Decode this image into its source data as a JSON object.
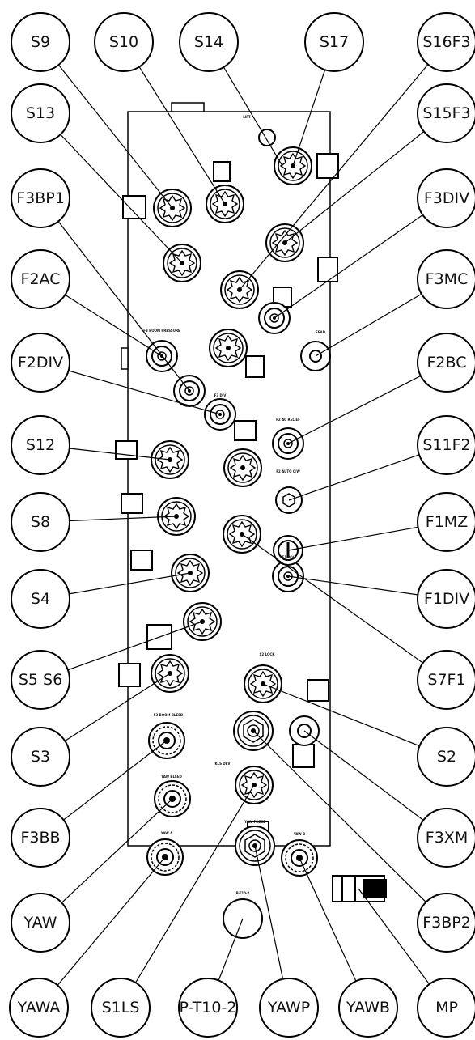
{
  "callouts": {
    "s9": "S9",
    "s10": "S10",
    "s14": "S14",
    "s17": "S17",
    "s16f3": "S16F3",
    "s13": "S13",
    "s15f3": "S15F3",
    "f3bp1": "F3BP1",
    "f3div": "F3DIV",
    "f2ac": "F2AC",
    "f3mc": "F3MC",
    "f2div": "F2DIV",
    "f2bc": "F2BC",
    "s12": "S12",
    "s11f2": "S11F2",
    "s8": "S8",
    "f1mz": "F1MZ",
    "s4": "S4",
    "f1div": "F1DIV",
    "s5s6": "S5 S6",
    "s7f1": "S7F1",
    "s3": "S3",
    "s2": "S2",
    "f3bb": "F3BB",
    "f3xm": "F3XM",
    "yaw": "YAW",
    "f3bp2": "F3BP2",
    "yawa": "YAWA",
    "s1ls": "S1LS",
    "pt102": "P-T10-2",
    "yawp": "YAWP",
    "yawb": "YAWB",
    "mp": "MP"
  },
  "port_labels": {
    "lift": "LIFT",
    "f3_boom_pressure": "F3 BOOM PRESSURE",
    "fead": "FEAD",
    "f3_div": "F3 DIV",
    "f2_ac_relief": "F2 AC RELIEF",
    "f2_auto_chw": "F2 AUTO C/W",
    "f1_div": "F1 DIV",
    "s2_lock": "S2 LOCK",
    "f3_boom_bleed": "F3 BOOM BLEED",
    "yaw_bleed": "YAW BLEED",
    "kls_dev": "KLS DEV",
    "yaw_a": "YAW A",
    "yaw_b": "YAW B",
    "yaw_press": "YAW PRESS",
    "pt102": "P-T10-2"
  }
}
